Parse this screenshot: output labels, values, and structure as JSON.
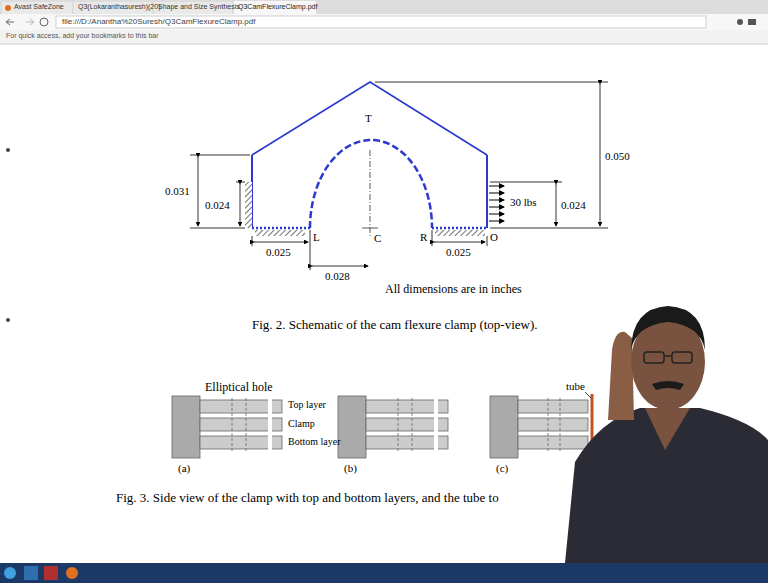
{
  "diagram": {
    "caption": "Fig. 2. Schematic of the cam flexure clamp (top-view).",
    "labels": [
      "Avast SafeZone",
      "Q3(Lokaranthasuresh)(20)",
      "Shape and Size Synthesis",
      "Q3CamFlexureClamp.pdf",
      "file:///D:/Anantha%20Suresh/Q3CamFlexureClamp.pdf",
      "For quick access, add your bookmarks to this bar",
      "T",
      "0.031",
      "0.024",
      "0.050",
      "30 lbs",
      "0.024",
      "L",
      "C",
      "R",
      "O",
      "0.025",
      "0.028",
      "0.025",
      "All dimensions are in inches",
      "Elliptical hole",
      "Top layer",
      "Clamp",
      "Bottom layer",
      "(a)",
      "(b)",
      "(c)",
      "tube",
      "Fig. 3. Side view of the clamp with top and bottom layers, and the tube to"
    ]
  }
}
